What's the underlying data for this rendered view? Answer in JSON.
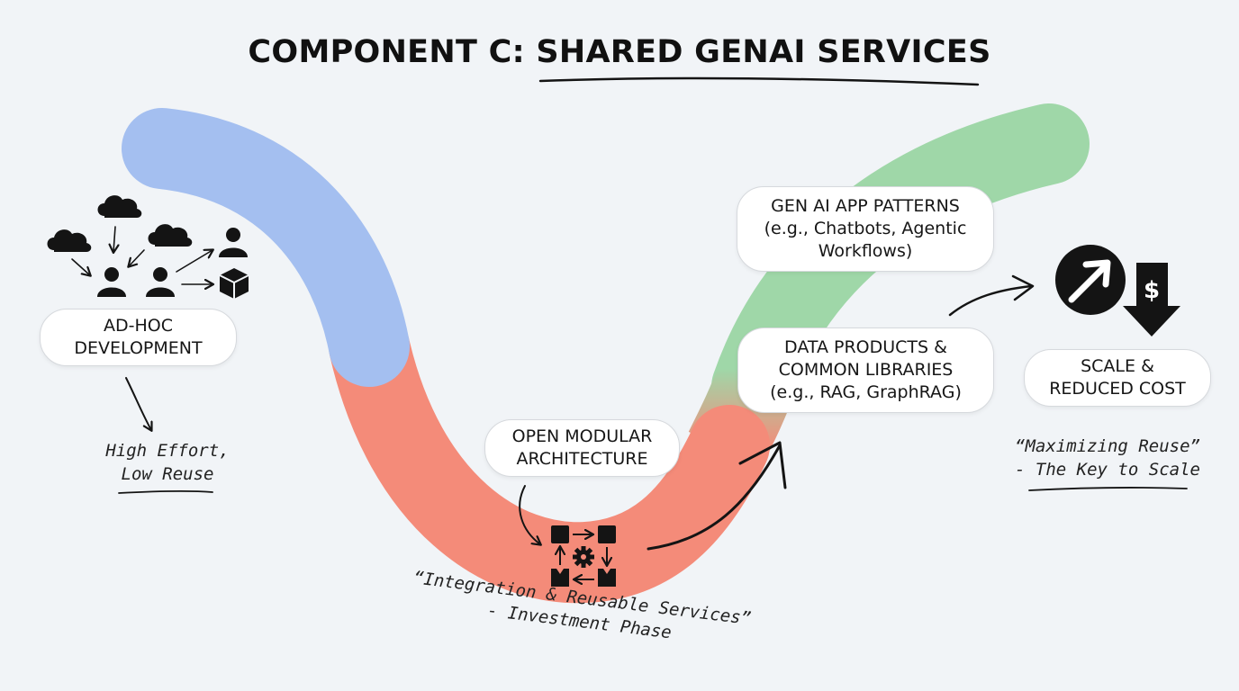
{
  "title": "COMPONENT C: SHARED GENAI SERVICES",
  "stages": {
    "adhoc": {
      "lines": [
        "AD-HOC",
        "DEVELOPMENT"
      ]
    },
    "modular": {
      "lines": [
        "OPEN MODULAR",
        "ARCHITECTURE"
      ]
    },
    "data_products": {
      "lines": [
        "DATA PRODUCTS &",
        "COMMON LIBRARIES",
        "(e.g., RAG, GraphRAG)"
      ]
    },
    "app_patterns": {
      "lines": [
        "GEN AI APP PATTERNS",
        "(e.g., Chatbots, Agentic",
        "Workflows)"
      ]
    },
    "scale": {
      "lines": [
        "SCALE &",
        "REDUCED COST"
      ]
    }
  },
  "notes": {
    "effort": [
      "High Effort,",
      "Low Reuse"
    ],
    "investment": [
      "“Integration & Reusable Services”",
      "- Investment Phase"
    ],
    "reuse": [
      "“Maximizing Reuse”",
      "- The Key to Scale"
    ]
  },
  "colors": {
    "curve_start": "#a4bff0",
    "curve_mid": "#f48b79",
    "curve_end": "#9fd7a8",
    "ink": "#141414",
    "background": "#f1f4f7"
  },
  "icons": [
    "cloud-icon",
    "user-icon",
    "box-icon",
    "modular-blocks-icon",
    "gear-icon",
    "growth-arrow-icon",
    "dollar-down-icon"
  ]
}
